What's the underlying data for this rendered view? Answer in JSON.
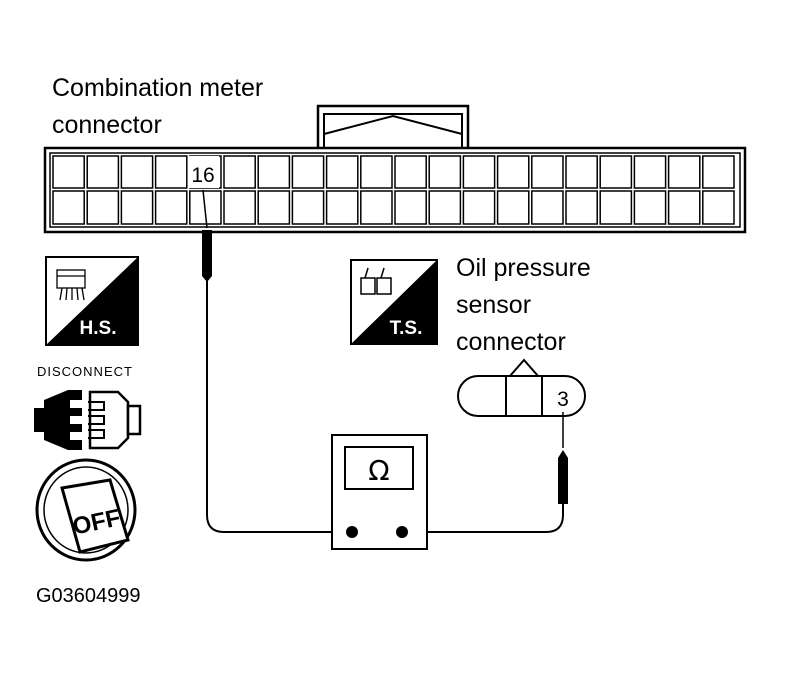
{
  "diagram": {
    "combination_meter_label": [
      "Combination meter",
      "connector"
    ],
    "oil_pressure_label": [
      "Oil pressure",
      "sensor",
      "connector"
    ],
    "meter_pin": "16",
    "sensor_pin": "3",
    "ohmmeter_symbol": "Ω",
    "hs_badge": "H.S.",
    "ts_badge": "T.S.",
    "disconnect_label": "DISCONNECT",
    "ignition_label": "OFF",
    "figure_code": "G03604999",
    "icons": [
      "harness-side-connector-icon",
      "terminal-side-connector-icon",
      "disconnect-connector-icon",
      "ignition-switch-off-icon",
      "ohmmeter-icon"
    ]
  }
}
